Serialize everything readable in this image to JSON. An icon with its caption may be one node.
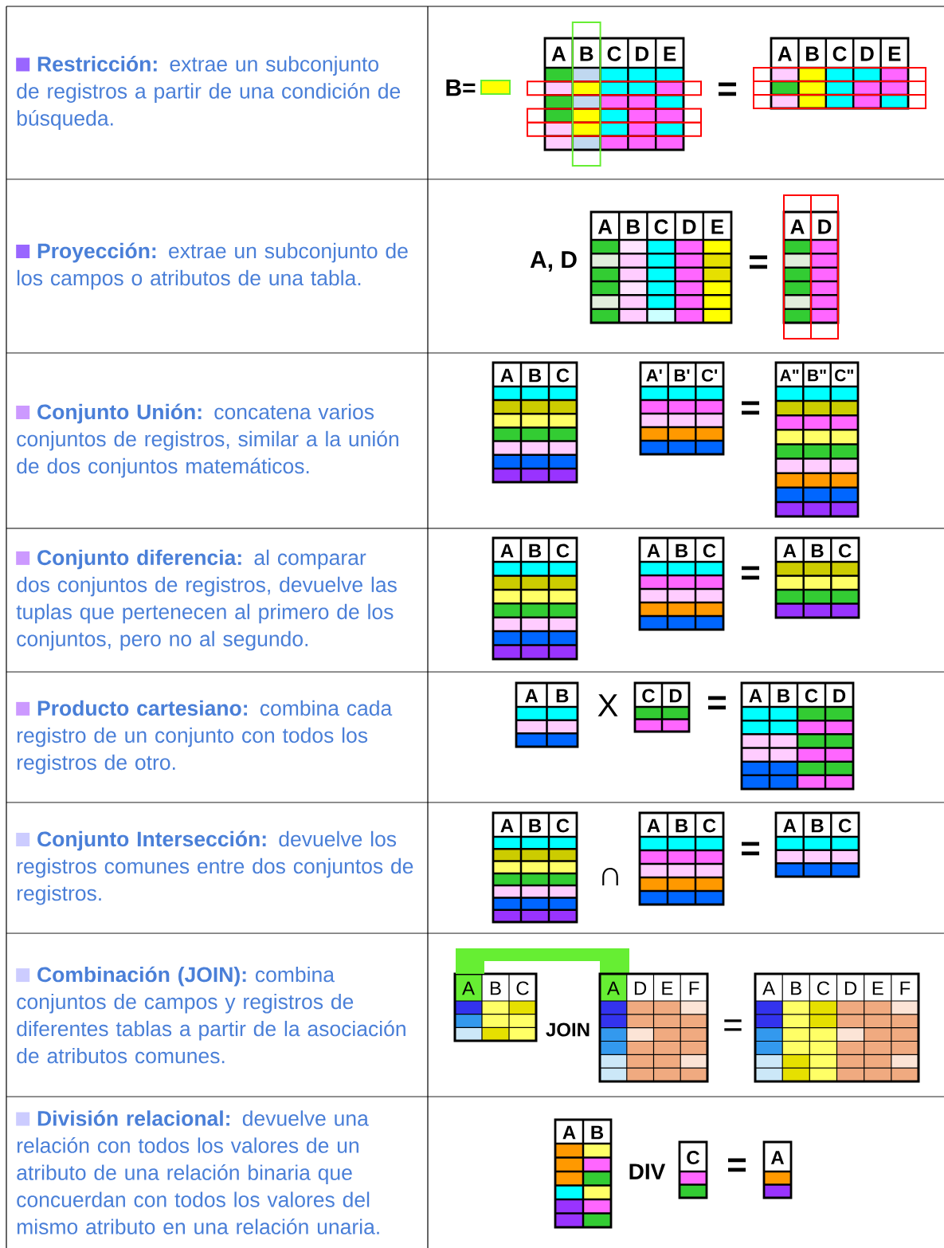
{
  "diagram": {
    "labels": [
      "**Restricción:** extrae un subconjunto de registros a partir de una condición de búsqueda.",
      "B=",
      "A",
      "B",
      "C",
      "D",
      "E",
      "=",
      "A",
      "B",
      "C",
      "D",
      "E",
      "**Proyección:** extrae un subconjunto de los campos o atributos de una tabla.",
      "A, D",
      "A",
      "B",
      "C",
      "D",
      "E",
      "=",
      "A",
      "D",
      "**Conjunto Unión:** concatena varios conjuntos de registros, similar a la unión de dos conjuntos matemáticos.",
      "A",
      "B",
      "C",
      "A'",
      "B'",
      "C'",
      "=",
      "A\"",
      "B\"",
      "C\"",
      "**Conjunto diferencia:** al comparar dos conjuntos de registros, devuelve las tuplas que pertenecen al primero de los conjuntos, pero no al segundo.",
      "A",
      "B",
      "C",
      "A",
      "B",
      "C",
      "=",
      "A",
      "B",
      "C",
      "**Producto cartesiano:** combina cada registro de un conjunto con todos los registros de otro.",
      "A",
      "B",
      "X",
      "C",
      "D",
      "=",
      "A",
      "B",
      "C",
      "D",
      "**Conjunto Intersección:** devuelve los registros comunes entre dos conjuntos de registros.",
      "A",
      "B",
      "C",
      "∩",
      "A",
      "B",
      "C",
      "=",
      "A",
      "B",
      "C",
      "**Combinación (JOIN):** combina conjuntos de campos y registros de diferentes tablas a partir de la asociación de atributos comunes.",
      "A",
      "B",
      "C",
      "JOIN",
      "A",
      "D",
      "E",
      "F",
      "=",
      "A",
      "B",
      "C",
      "D",
      "E",
      "F",
      "**División relacional:** devuelve una relación con todos los valores de un atributo de una relación binaria que concuerdan con todos los valores del mismo atributo en una relación unaria.",
      "A",
      "B",
      "DIV",
      "C",
      "=",
      "A"
    ]
  }
}
